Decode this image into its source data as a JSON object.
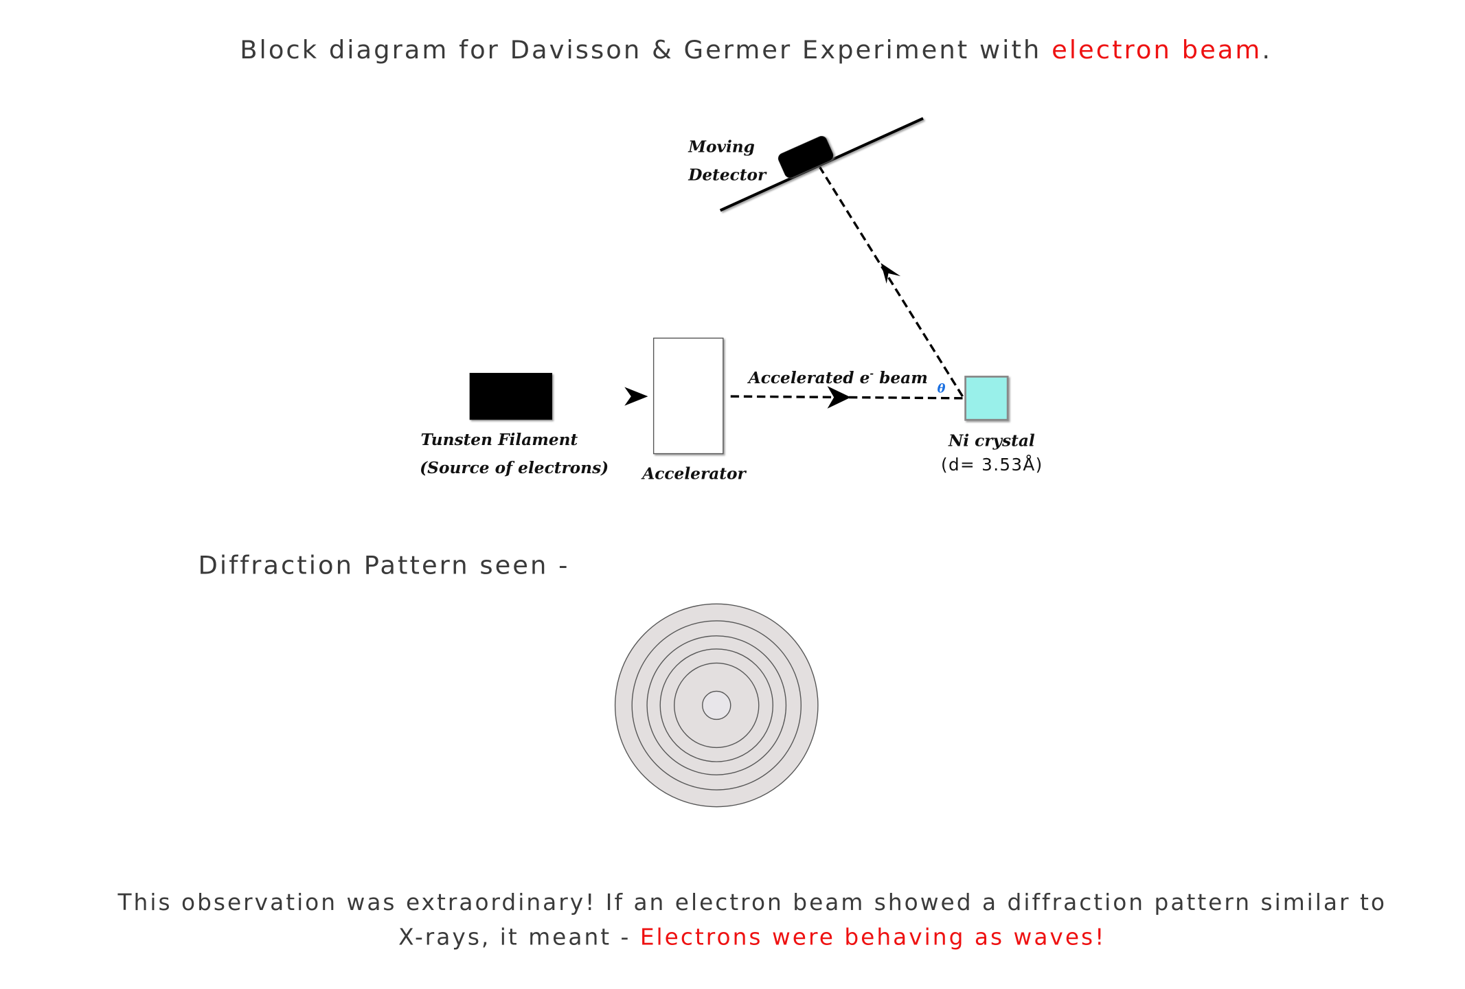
{
  "title": {
    "prefix": "Block diagram for Davisson & Germer Experiment with ",
    "highlight": "electron beam",
    "suffix": "."
  },
  "labels": {
    "moving": "Moving",
    "detector": "Detector",
    "filament": "Tunsten Filament",
    "source": "(Source of electrons)",
    "accelerator": "Accelerator",
    "beam": "Accelerated e",
    "beam_sup": "-",
    "beam_end": " beam",
    "theta": "θ",
    "crystal": "Ni crystal",
    "spacing": "(d= 3.53Å)"
  },
  "pattern_heading": "Diffraction Pattern seen -",
  "conclusion": {
    "line1": "This observation was extraordinary! If an electron beam showed a diffraction pattern similar to",
    "line2_prefix": "X-rays, it meant - ",
    "line2_highlight": "Electrons were behaving as waves!"
  },
  "colors": {
    "highlight": "#ee1111",
    "crystal": "#99f0ea",
    "theta": "#1a6fe0",
    "pattern": "#e3dfdf"
  }
}
